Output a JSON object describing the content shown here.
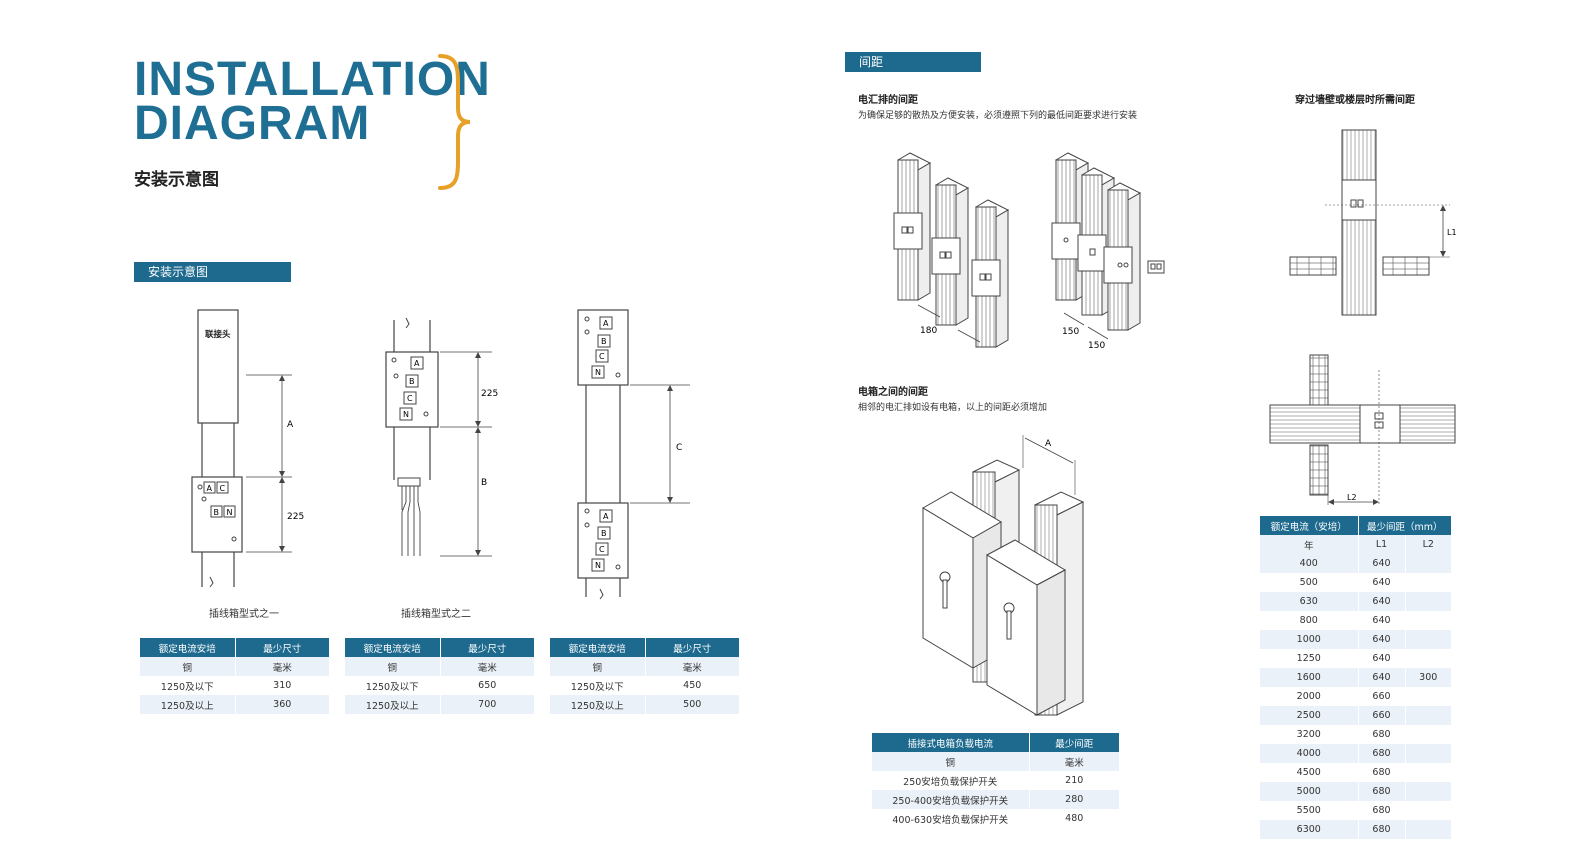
{
  "header": {
    "title_line1": "INSTALLATION",
    "title_line2": "DIAGRAM",
    "subtitle": "安装示意图"
  },
  "left_section": {
    "bar_label": "安装示意图",
    "diagram1": {
      "top_label": "联接头",
      "dim_a": "A",
      "dim_225": "225",
      "phases": [
        "A",
        "C",
        "B",
        "N"
      ]
    },
    "diagram2": {
      "dim_225": "225",
      "dim_b": "B",
      "phases": [
        "A",
        "B",
        "C",
        "N"
      ]
    },
    "diagram3": {
      "dim_c": "C",
      "phases_top": [
        "A",
        "B",
        "C",
        "N"
      ],
      "phases_bottom": [
        "A",
        "B",
        "C",
        "N"
      ]
    },
    "caption1": "插线箱型式之一",
    "caption2": "插线箱型式之二",
    "tables": [
      {
        "headers": [
          "额定电流安培",
          "最少尺寸"
        ],
        "rows": [
          [
            "铜",
            "毫米"
          ],
          [
            "1250及以下",
            "310"
          ],
          [
            "1250及以上",
            "360"
          ]
        ]
      },
      {
        "headers": [
          "额定电流安培",
          "最少尺寸"
        ],
        "rows": [
          [
            "铜",
            "毫米"
          ],
          [
            "1250及以下",
            "650"
          ],
          [
            "1250及以上",
            "700"
          ]
        ]
      },
      {
        "headers": [
          "额定电流安培",
          "最少尺寸"
        ],
        "rows": [
          [
            "铜",
            "毫米"
          ],
          [
            "1250及以下",
            "450"
          ],
          [
            "1250及以上",
            "500"
          ]
        ]
      }
    ]
  },
  "right_section": {
    "bar_label": "间距",
    "busbar_spacing": {
      "heading": "电汇排的间距",
      "description": "为确保足够的散热及方便安装，必须遵照下列的最低间距要求进行安装",
      "dim_180": "180",
      "dim_150a": "150",
      "dim_150b": "150"
    },
    "wall_spacing": {
      "heading": "穿过墙壁或楼层时所需间距",
      "dim_l1": "L1",
      "dim_l2": "L2"
    },
    "box_spacing": {
      "heading": "电箱之间的间距",
      "description": "相邻的电汇排如设有电箱，以上的间距必须增加",
      "dim_a": "A"
    },
    "box_table": {
      "headers": [
        "插接式电箱负载电流",
        "最少间距"
      ],
      "rows": [
        [
          "铜",
          "毫米"
        ],
        [
          "250安培负载保护开关",
          "210"
        ],
        [
          "250-400安培负载保护开关",
          "280"
        ],
        [
          "400-630安培负载保护开关",
          "480"
        ]
      ]
    },
    "wall_table": {
      "headers": [
        "额定电流（安培）",
        "最少间距（mm）"
      ],
      "subheaders": [
        "年",
        "L1",
        "L2"
      ],
      "rows": [
        [
          "400",
          "640",
          ""
        ],
        [
          "500",
          "640",
          ""
        ],
        [
          "630",
          "640",
          ""
        ],
        [
          "800",
          "640",
          ""
        ],
        [
          "1000",
          "640",
          ""
        ],
        [
          "1250",
          "640",
          ""
        ],
        [
          "1600",
          "640",
          "300"
        ],
        [
          "2000",
          "660",
          ""
        ],
        [
          "2500",
          "660",
          ""
        ],
        [
          "3200",
          "680",
          ""
        ],
        [
          "4000",
          "680",
          ""
        ],
        [
          "4500",
          "680",
          ""
        ],
        [
          "5000",
          "680",
          ""
        ],
        [
          "5500",
          "680",
          ""
        ],
        [
          "6300",
          "680",
          ""
        ]
      ]
    }
  },
  "colors": {
    "primary": "#1d6a8e",
    "title": "#1e6f93",
    "accent": "#e8a128",
    "row_alt": "#eaf1f8"
  }
}
